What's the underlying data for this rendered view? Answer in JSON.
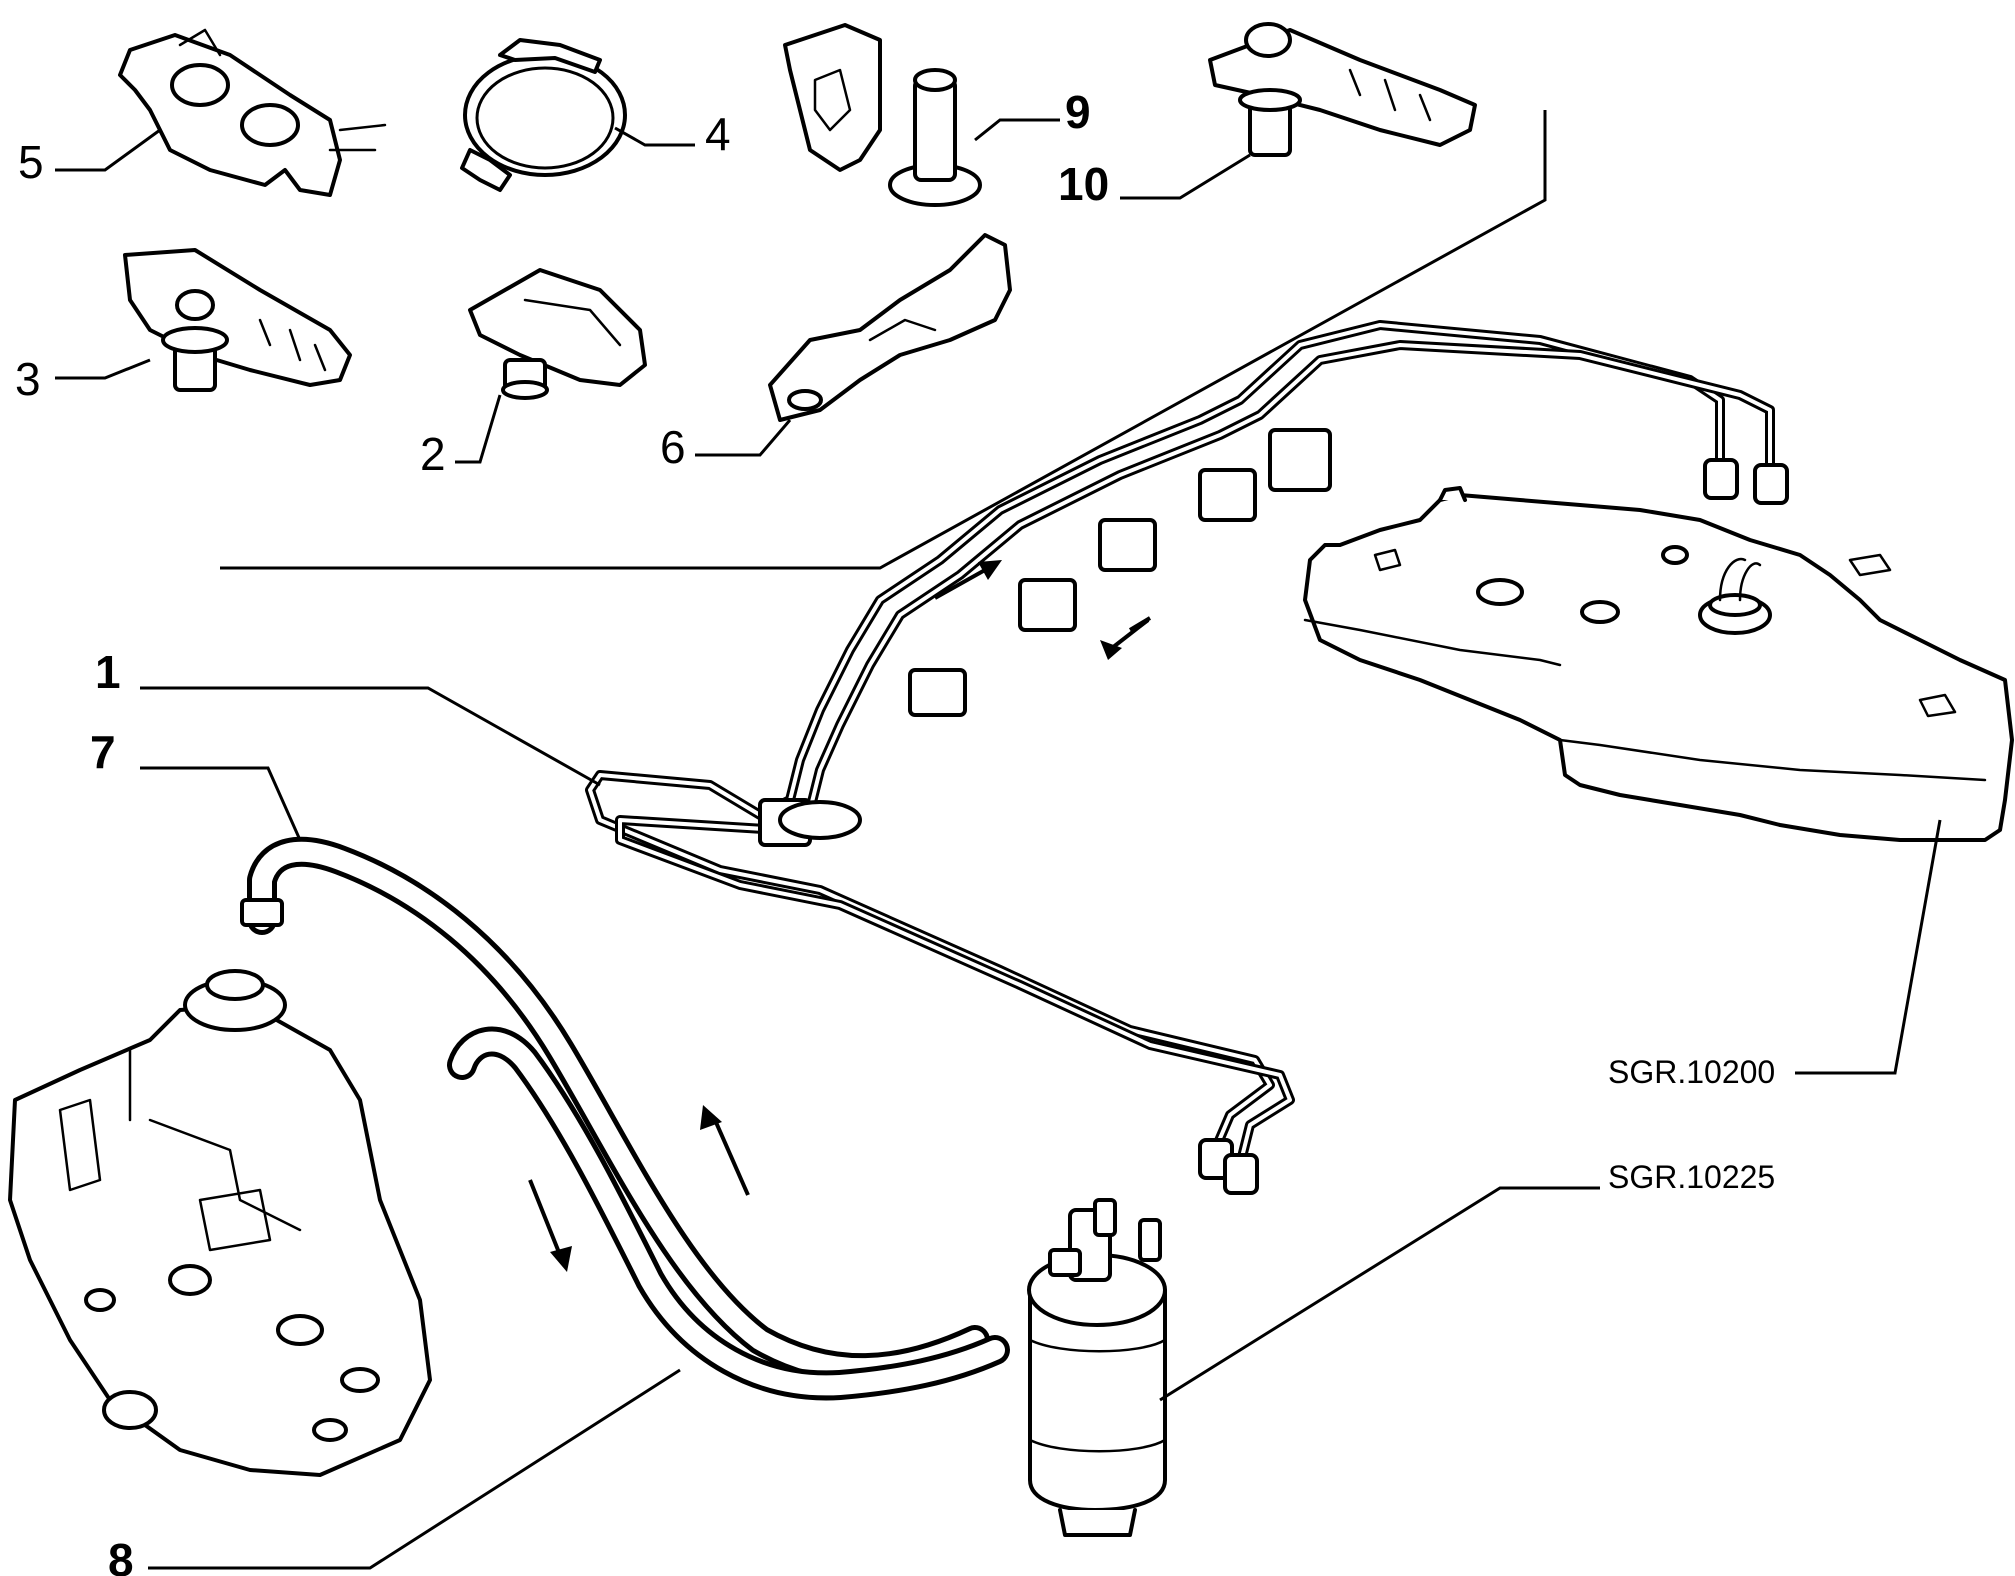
{
  "callouts": {
    "c1": "1",
    "c2": "2",
    "c3": "3",
    "c4": "4",
    "c5": "5",
    "c6": "6",
    "c7": "7",
    "c8": "8",
    "c9": "9",
    "c10": "10"
  },
  "references": {
    "tank": "SGR.10200",
    "filter": "SGR.10225"
  }
}
